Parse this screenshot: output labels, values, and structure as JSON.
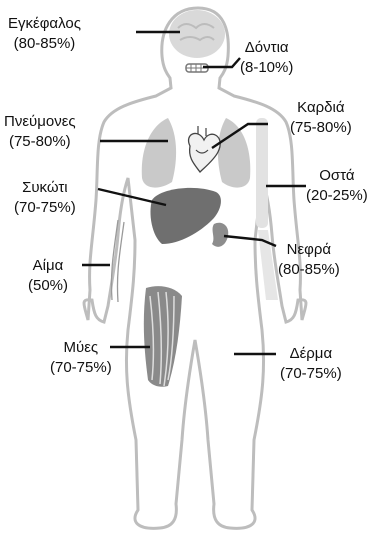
{
  "labels": {
    "brain": {
      "name": "Εγκέφαλος",
      "value": "(80-85%)"
    },
    "teeth": {
      "name": "Δόντια",
      "value": "(8-10%)"
    },
    "lungs": {
      "name": "Πνεύμονες",
      "value": "(75-80%)"
    },
    "heart": {
      "name": "Καρδιά",
      "value": "(75-80%)"
    },
    "liver": {
      "name": "Συκώτι",
      "value": "(70-75%)"
    },
    "bones": {
      "name": "Οστά",
      "value": "(20-25%)"
    },
    "blood": {
      "name": "Αίμα",
      "value": "(50%)"
    },
    "kidneys": {
      "name": "Νεφρά",
      "value": "(80-85%)"
    },
    "muscles": {
      "name": "Μύες",
      "value": "(70-75%)"
    },
    "skin": {
      "name": "Δέρμα",
      "value": "(70-75%)"
    }
  },
  "colors": {
    "outline": "#b8b8b8",
    "lung": "#c8c8c8",
    "liver": "#6e6e6e",
    "kidney": "#8a8a8a",
    "bone": "#dddddd",
    "line": "#111111"
  }
}
